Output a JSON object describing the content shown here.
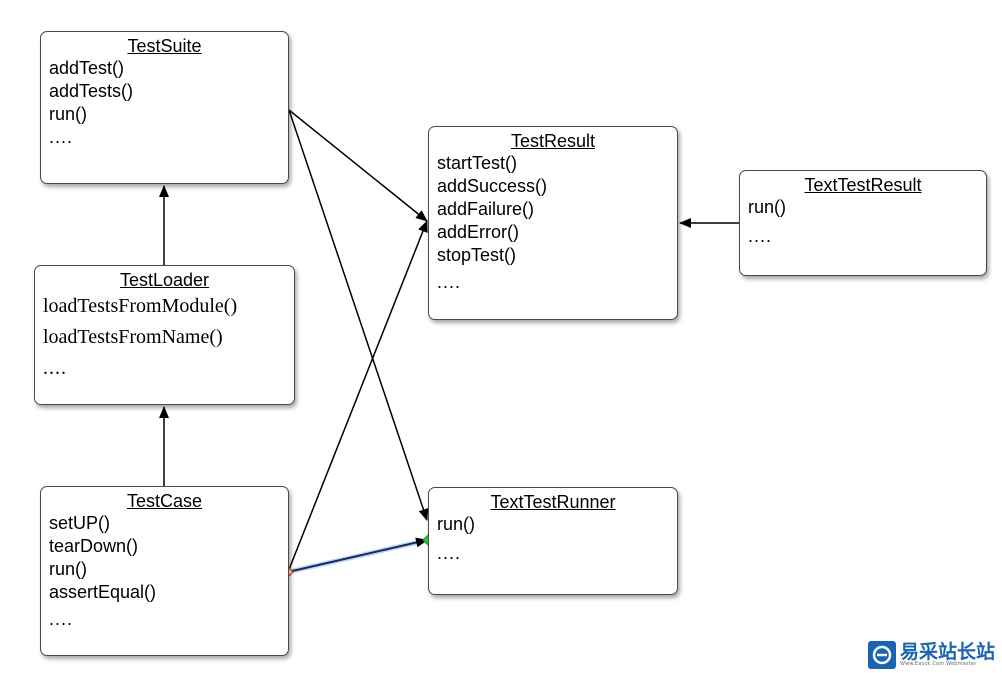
{
  "classes": {
    "test_suite": {
      "name": "TestSuite",
      "methods": [
        "addTest()",
        "addTests()",
        "run()",
        "...."
      ]
    },
    "test_loader": {
      "name": "TestLoader",
      "methods": [
        "loadTestsFromModule()",
        "loadTestsFromName()",
        "...."
      ]
    },
    "test_case": {
      "name": "TestCase",
      "methods": [
        "setUP()",
        "tearDown()",
        "run()",
        "assertEqual()",
        "...."
      ]
    },
    "test_result": {
      "name": "TestResult",
      "methods": [
        "startTest()",
        "addSuccess()",
        "addFailure()",
        "addError()",
        "stopTest()",
        "...."
      ]
    },
    "text_test_result": {
      "name": "TextTestResult",
      "methods": [
        "run()",
        "...."
      ]
    },
    "text_test_runner": {
      "name": "TextTestRunner",
      "methods": [
        "run()",
        "...."
      ]
    }
  },
  "connections": [
    {
      "from": "test_loader",
      "to": "test_suite"
    },
    {
      "from": "test_case",
      "to": "test_loader"
    },
    {
      "from": "test_suite",
      "to": "test_result"
    },
    {
      "from": "test_suite",
      "to": "text_test_runner"
    },
    {
      "from": "test_case",
      "to": "test_result"
    },
    {
      "from": "test_case",
      "to": "text_test_runner",
      "selected": true
    },
    {
      "from": "text_test_result",
      "to": "test_result"
    }
  ],
  "colors": {
    "box_border": "#4a4a4a",
    "arrow": "#000000",
    "selected_arrow": "#1a2a4a",
    "selection_glow": "#9ec3ff",
    "start_handle": "#ff3b2f",
    "end_handle": "#33cc33",
    "watermark": "#1b64b0"
  },
  "watermark": {
    "name": "易采站长站",
    "subtitle": "Www.Easck.Com Webmaster",
    "icon": "e-logo-icon"
  }
}
